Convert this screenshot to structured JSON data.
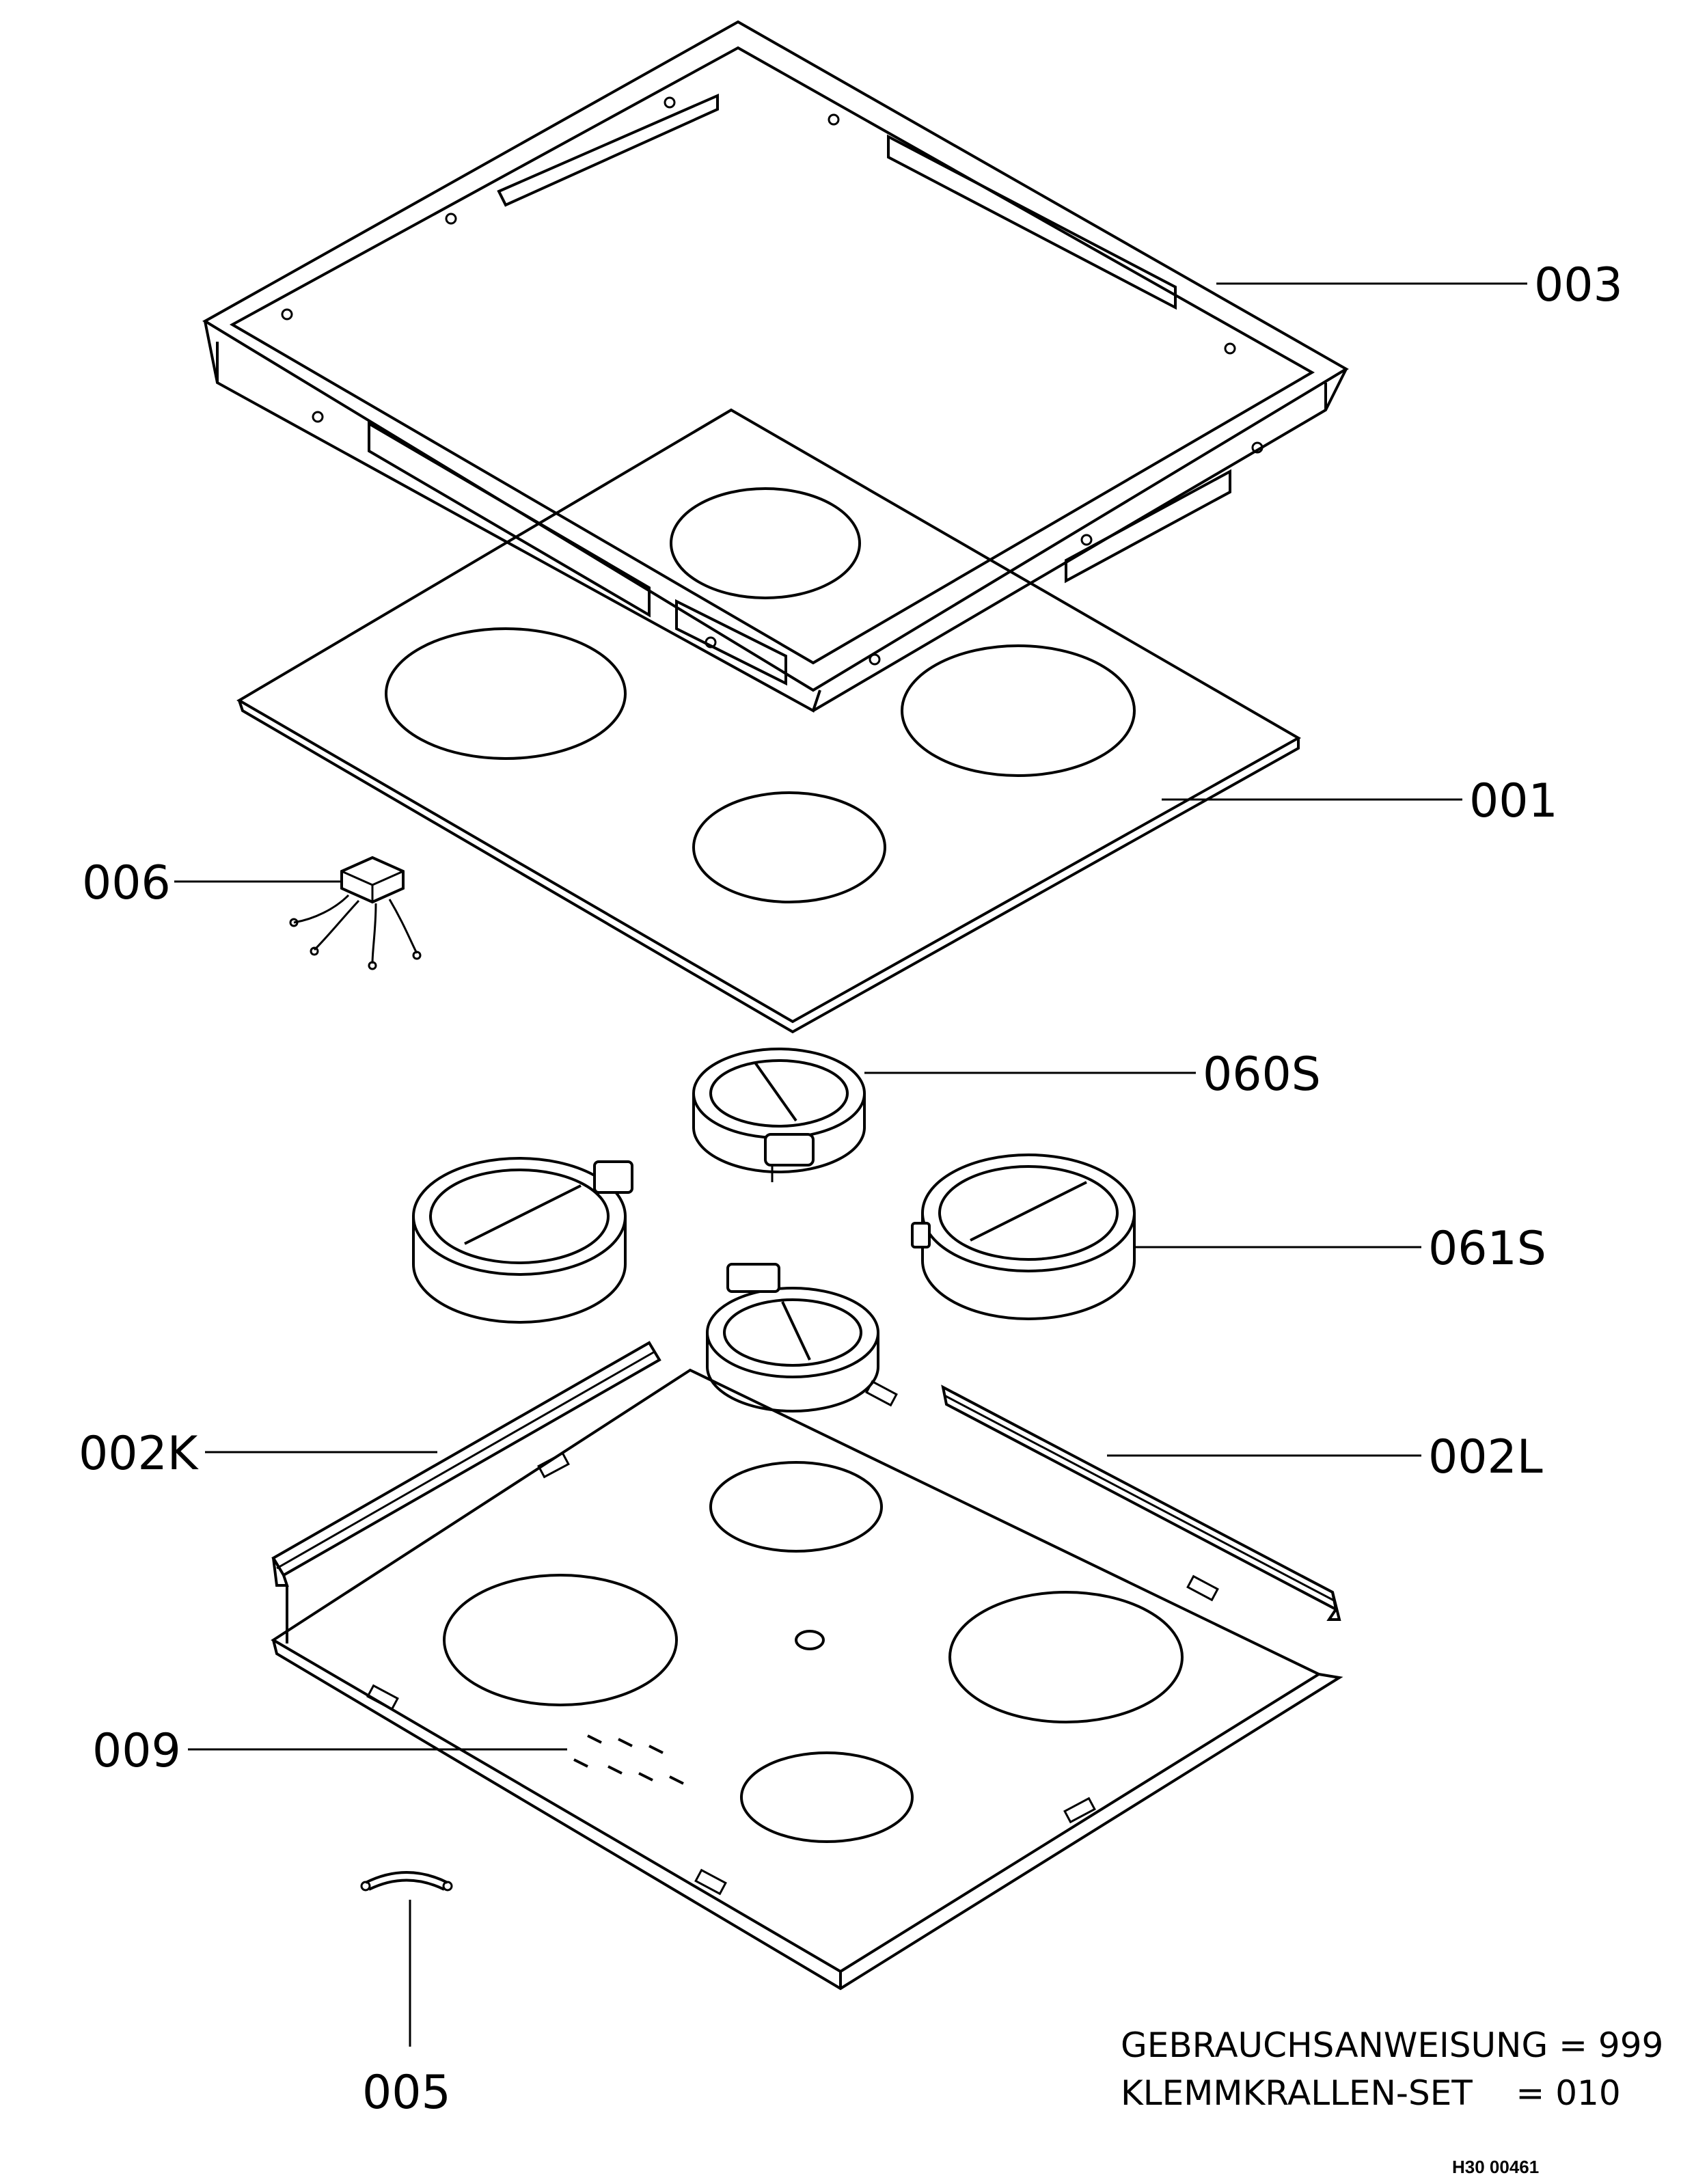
{
  "labels": {
    "p003": "003",
    "p001": "001",
    "p006": "006",
    "p060s": "060S",
    "p061s": "061S",
    "p002k": "002K",
    "p002l": "002L",
    "p009": "009",
    "p005": "005"
  },
  "notes": {
    "line1": "GEBRAUCHSANWEISUNG = 999",
    "line2": "KLEMMKRALLEN-SET    = 010"
  },
  "drawing_ref": "H30 00461"
}
